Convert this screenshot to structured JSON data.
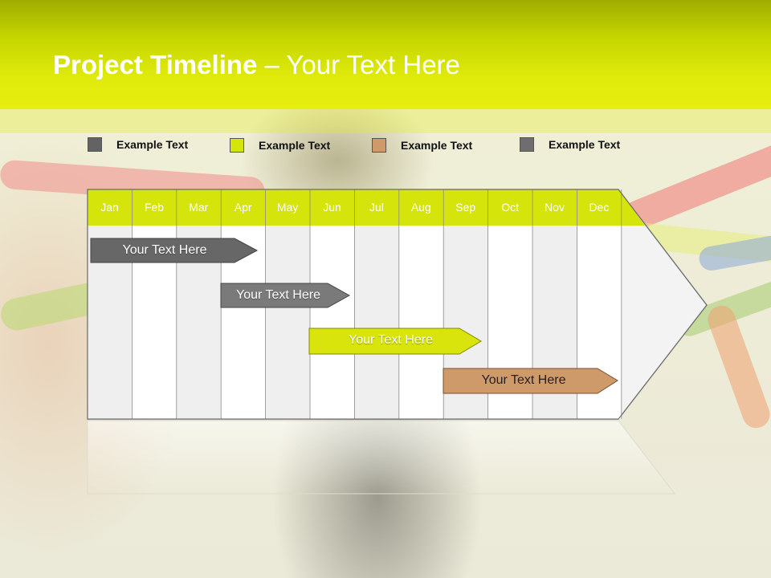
{
  "slide": {
    "title_bold": "Project Timeline",
    "title_rest": " – Your Text Here"
  },
  "legend": [
    {
      "label": "Example Text",
      "color": "#636363"
    },
    {
      "label": "Example Text",
      "color": "#d5e40a"
    },
    {
      "label": "Example Text",
      "color": "#cf9a69"
    },
    {
      "label": "Example Text",
      "color": "#6e6e6e"
    }
  ],
  "months": [
    "Jan",
    "Feb",
    "Mar",
    "Apr",
    "May",
    "Jun",
    "Jul",
    "Aug",
    "Sep",
    "Oct",
    "Nov",
    "Dec"
  ],
  "tasks": [
    {
      "label": "Your  Text Here",
      "color": "#676767"
    },
    {
      "label": "Your  Text Here",
      "color": "#7a7a7a"
    },
    {
      "label": "Your  Text Here",
      "color": "#d8e40c"
    },
    {
      "label": "Your  Text Here",
      "color": "#cf9a69",
      "text_color": "#222222"
    }
  ],
  "colors": {
    "accent": "#d5e40a",
    "header_top": "#9fad00",
    "header_bottom": "#e6ee10"
  }
}
